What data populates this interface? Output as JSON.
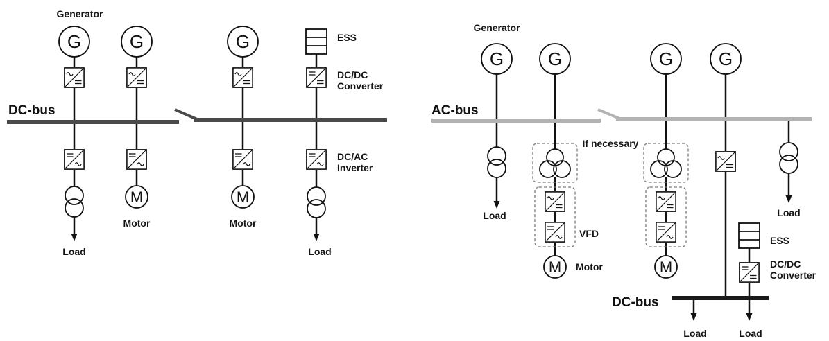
{
  "symbols": {
    "generator": "G",
    "motor": "M"
  },
  "left_diagram": {
    "generator_label": "Generator",
    "bus_label": "DC-bus",
    "ess_label": "ESS",
    "dcdc_label_line1": "DC/DC",
    "dcdc_label_line2": "Converter",
    "dcac_label_line1": "DC/AC",
    "dcac_label_line2": "Inverter",
    "motor_label": "Motor",
    "load_label": "Load"
  },
  "right_diagram": {
    "generator_label": "Generator",
    "ac_bus_label": "AC-bus",
    "dc_bus_label": "DC-bus",
    "transformer_note": "If necessary",
    "vfd_label": "VFD",
    "motor_label": "Motor",
    "load_label": "Load",
    "ess_label": "ESS",
    "dcdc_label_line1": "DC/DC",
    "dcdc_label_line2": "Converter"
  },
  "colors": {
    "dc_bus_left": "#4a4a4a",
    "ac_bus": "#b3b3b3",
    "dc_bus_right": "#1a1a1a"
  }
}
